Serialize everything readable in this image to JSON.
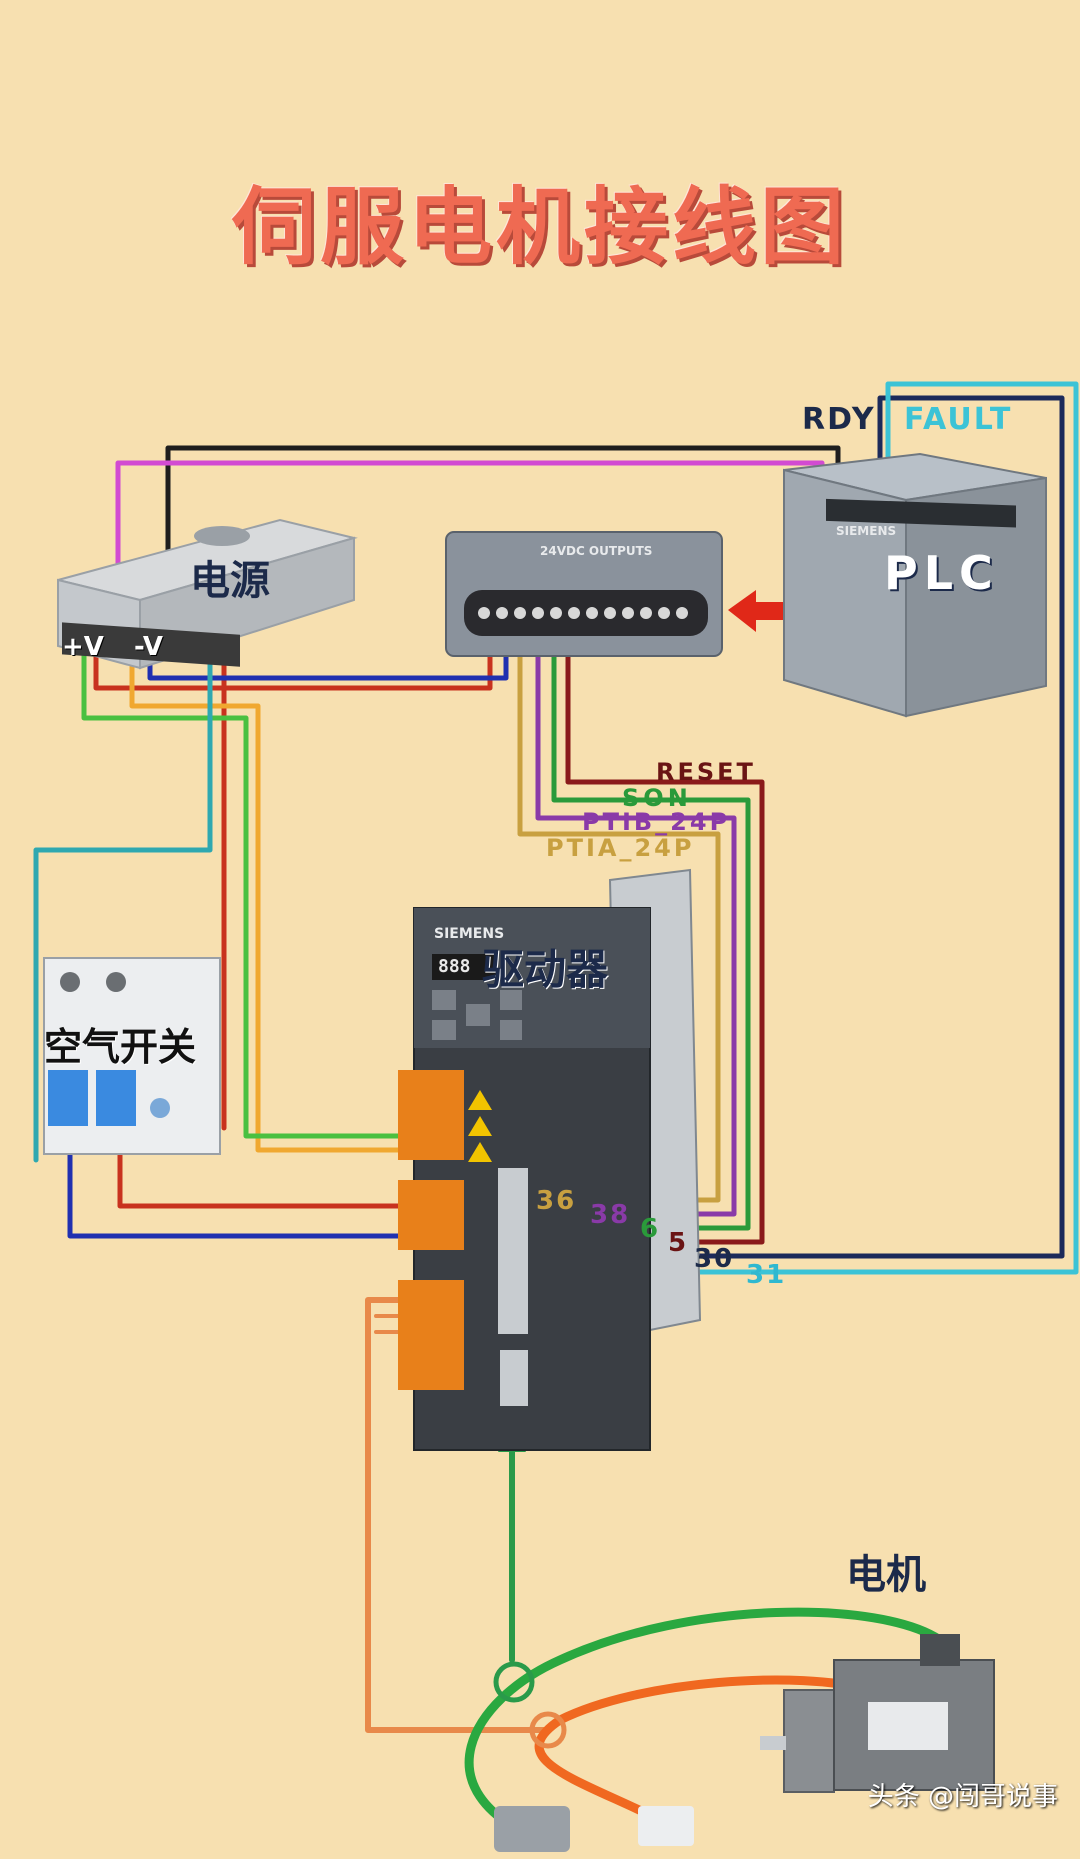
{
  "title": "伺服电机接线图",
  "labels": {
    "rdy": "RDY",
    "fault": "FAULT",
    "power_supply": "电源",
    "plc": "PLC",
    "plc_brand": "SIEMENS",
    "output_module_brand": "24VDC OUTPUTS",
    "plus_v": "+V",
    "minus_v": "-V",
    "reset": "RESET",
    "son": "SON",
    "ptib": "PTIB_24P",
    "ptia": "PTIA_24P",
    "driver": "驱动器",
    "driver_brand": "SIEMENS",
    "driver_display": "888",
    "breaker": "空气开关",
    "pin_36": "36",
    "pin_38": "38",
    "pin_6": "6",
    "pin_5": "5",
    "pin_30": "30",
    "pin_31": "31",
    "motor": "电机"
  },
  "watermark": "头条 @闯哥说事",
  "colors": {
    "background": "#f7e0b0",
    "title": "#ef6a52",
    "label_dark": "#1c2a4a",
    "fault_cyan": "#3cc3d6",
    "reset_wire": "#8a1a1a",
    "son_wire": "#2a9a3a",
    "ptib_wire": "#8a3aa8",
    "ptia_wire": "#c8a040",
    "pin_cyan": "#2fb8d0"
  }
}
